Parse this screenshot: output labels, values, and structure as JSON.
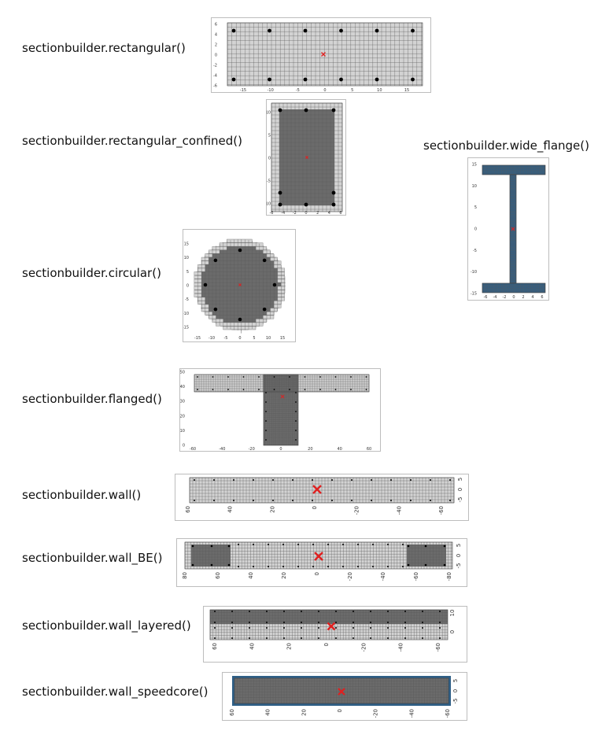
{
  "labels": {
    "rectangular": "sectionbuilder.rectangular()",
    "rectangular_confined": "sectionbuilder.rectangular_confined()",
    "wide_flange": "sectionbuilder.wide_flange()",
    "circular": "sectionbuilder.circular()",
    "flanged": "sectionbuilder.flanged()",
    "wall": "sectionbuilder.wall()",
    "wall_BE": "sectionbuilder.wall_BE()",
    "wall_layered": "sectionbuilder.wall_layered()",
    "wall_speedcore": "sectionbuilder.wall_speedcore()"
  },
  "colors": {
    "unconfined": "#d3d3d3",
    "confined": "#6b6b6b",
    "steel": "#2f5f86",
    "rebar": "#000000",
    "centroid": "#e02020",
    "grid": "#5a5a5a"
  },
  "ticks": {
    "rectangular": {
      "x": [
        "-15",
        "-10",
        "-5",
        "0",
        "5",
        "10",
        "15"
      ],
      "y": [
        "6",
        "4",
        "2",
        "0",
        "-2",
        "-4",
        "-6"
      ]
    },
    "rectangular_confined": {
      "x": [
        "-6",
        "-4",
        "-2",
        "0",
        "2",
        "4",
        "6"
      ],
      "y": [
        "10",
        "5",
        "0",
        "-5",
        "-10"
      ]
    },
    "wide_flange": {
      "x": [
        "-6",
        "-4",
        "-2",
        "0",
        "2",
        "4",
        "6"
      ],
      "y": [
        "15",
        "10",
        "5",
        "0",
        "-5",
        "-10",
        "-15"
      ]
    },
    "circular": {
      "x": [
        "-15",
        "-10",
        "-5",
        "0",
        "5",
        "10",
        "15"
      ],
      "y": [
        "15",
        "10",
        "5",
        "0",
        "-5",
        "-10",
        "-15"
      ]
    },
    "flanged": {
      "x": [
        "-60",
        "-40",
        "-20",
        "0",
        "20",
        "40",
        "60"
      ],
      "y": [
        "50",
        "40",
        "30",
        "20",
        "10",
        "0"
      ]
    },
    "wall": {
      "x": [
        "60",
        "40",
        "20",
        "0",
        "-20",
        "-40",
        "-60"
      ],
      "y": [
        "5",
        "0",
        "-5"
      ]
    },
    "wall_BE": {
      "x": [
        "80",
        "60",
        "40",
        "20",
        "0",
        "-20",
        "-40",
        "-60",
        "-80"
      ],
      "y": [
        "5",
        "0",
        "-5"
      ]
    },
    "wall_layered": {
      "x": [
        "60",
        "40",
        "20",
        "0",
        "-20",
        "-40",
        "-60"
      ],
      "y": [
        "10",
        "0"
      ]
    },
    "wall_speedcore": {
      "x": [
        "60",
        "40",
        "20",
        "0",
        "-20",
        "-40",
        "-60"
      ],
      "y": [
        "5",
        "0",
        "-5"
      ]
    }
  }
}
